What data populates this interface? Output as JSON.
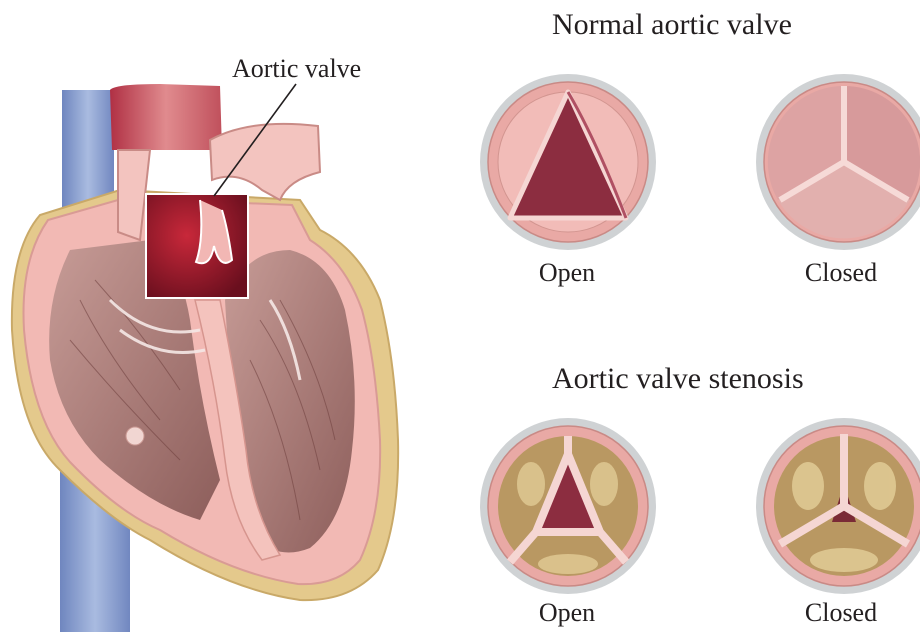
{
  "heart": {
    "label": "Aortic valve"
  },
  "normal": {
    "title": "Normal aortic valve",
    "open_caption": "Open",
    "closed_caption": "Closed"
  },
  "stenosis": {
    "title": "Aortic valve stenosis",
    "open_caption": "Open",
    "closed_caption": "Closed"
  },
  "colors": {
    "ring_outer": "#c9cdd0",
    "ring_pink": "#e8a7a3",
    "cusp_light": "#dfa8a8",
    "cusp_dark": "#8e2e40",
    "calcification": "#b89a5e",
    "vena_blue": "#8ea3d0",
    "muscle": "#b98a86",
    "fat": "#e2c98a",
    "aorta_red": "#a1243a"
  }
}
